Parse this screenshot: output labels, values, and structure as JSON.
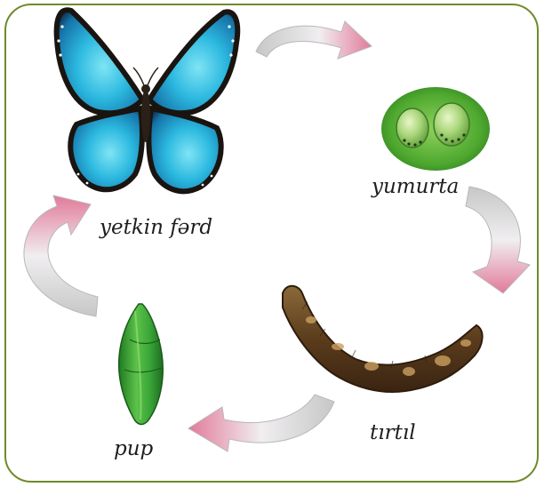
{
  "stages": {
    "adult": "yetkin fərd",
    "egg": "yumurta",
    "larva": "tırtıl",
    "pupa": "pup"
  },
  "colors": {
    "frame": "#6f8b2a",
    "butterfly_wing": "#2bb8df",
    "butterfly_edge": "#1a1410",
    "egg_bg": "#5fb33a",
    "larva": "#6b4a22",
    "pupa": "#3da33a",
    "arrow_gray": "#c9c9c9",
    "arrow_pink": "#e07a9a"
  }
}
